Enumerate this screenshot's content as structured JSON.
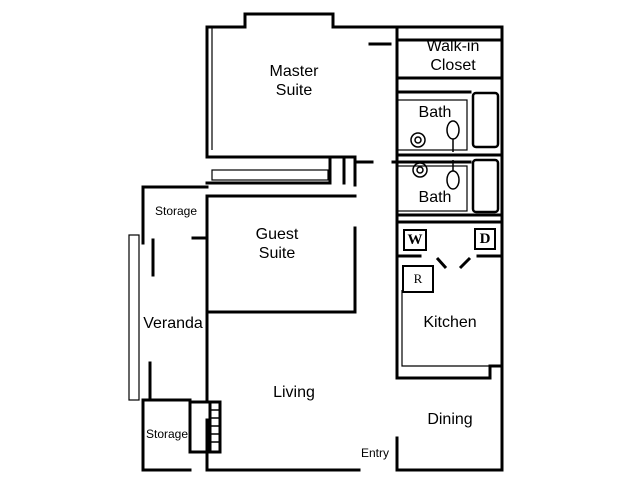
{
  "rooms": {
    "master_suite": [
      "Master",
      "Suite"
    ],
    "walk_in_closet": [
      "Walk-in",
      "Closet"
    ],
    "bath_upper": "Bath",
    "bath_lower": "Bath",
    "storage_upper": "Storage",
    "guest_suite": [
      "Guest",
      "Suite"
    ],
    "veranda": "Veranda",
    "kitchen": "Kitchen",
    "living": "Living",
    "dining": "Dining",
    "storage_lower": "Storage",
    "entry": "Entry"
  },
  "fixtures": {
    "washer": "W",
    "dryer": "D",
    "range": "R"
  }
}
